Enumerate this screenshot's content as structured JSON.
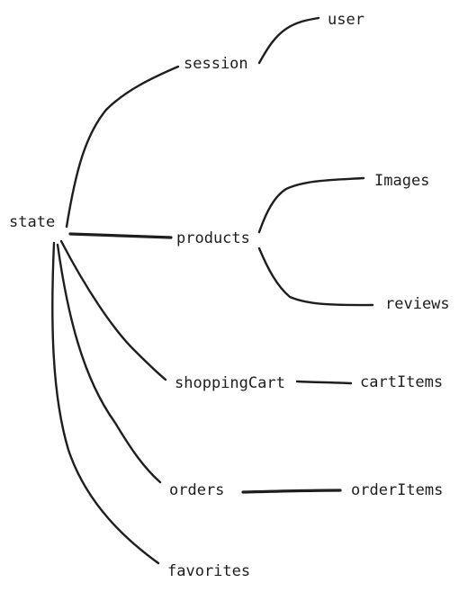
{
  "diagram": {
    "nodes": [
      {
        "id": "state",
        "label": "state"
      },
      {
        "id": "session",
        "label": "session"
      },
      {
        "id": "user",
        "label": "user"
      },
      {
        "id": "products",
        "label": "products"
      },
      {
        "id": "images",
        "label": "Images"
      },
      {
        "id": "reviews",
        "label": "reviews"
      },
      {
        "id": "shoppingCart",
        "label": "shoppingCart"
      },
      {
        "id": "cartItems",
        "label": "cartItems"
      },
      {
        "id": "orders",
        "label": "orders"
      },
      {
        "id": "orderItems",
        "label": "orderItems"
      },
      {
        "id": "favorites",
        "label": "favorites"
      }
    ],
    "edges": [
      {
        "from": "state",
        "to": "session"
      },
      {
        "from": "session",
        "to": "user"
      },
      {
        "from": "state",
        "to": "products"
      },
      {
        "from": "products",
        "to": "images"
      },
      {
        "from": "products",
        "to": "reviews"
      },
      {
        "from": "state",
        "to": "shoppingCart"
      },
      {
        "from": "shoppingCart",
        "to": "cartItems"
      },
      {
        "from": "state",
        "to": "orders"
      },
      {
        "from": "orders",
        "to": "orderItems"
      },
      {
        "from": "state",
        "to": "favorites"
      }
    ]
  }
}
